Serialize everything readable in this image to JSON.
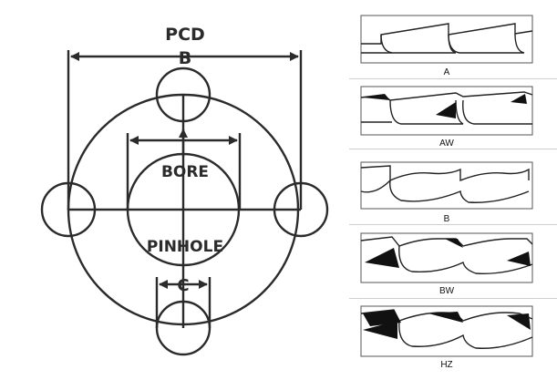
{
  "left_diagram": {
    "label_pcd": "PCD",
    "label_b": "B",
    "label_bore": "BORE",
    "label_pinhole": "PINHOLE",
    "label_c": "C"
  },
  "tooth_profiles": [
    {
      "label": "A"
    },
    {
      "label": "AW"
    },
    {
      "label": "B"
    },
    {
      "label": "BW"
    },
    {
      "label": "HZ"
    }
  ]
}
